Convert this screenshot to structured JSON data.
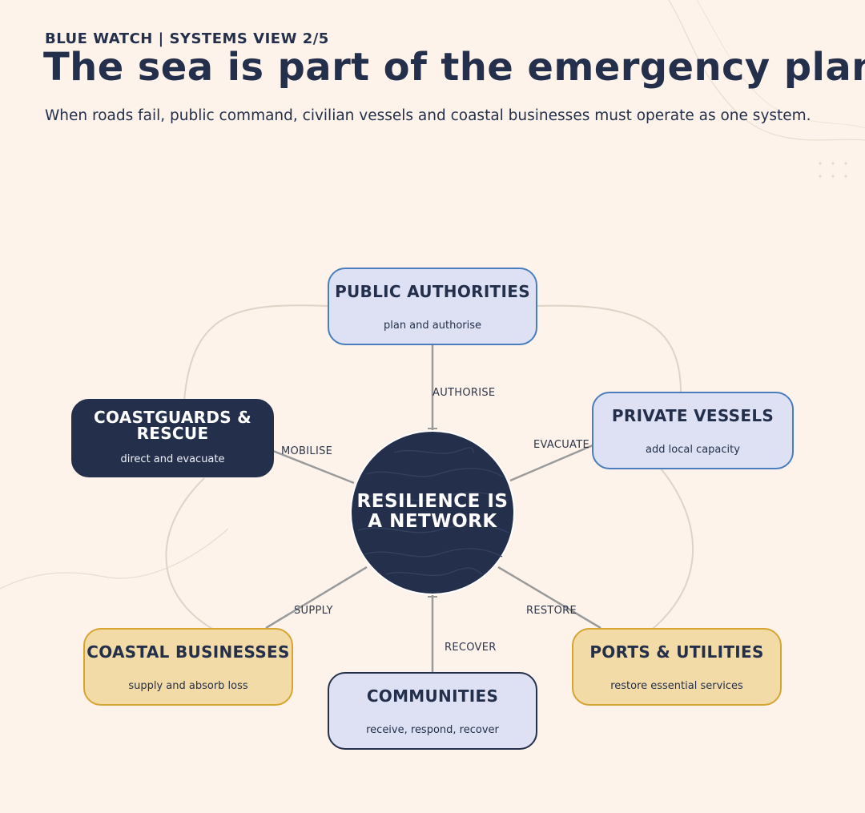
{
  "header": {
    "kicker": "BLUE WATCH | SYSTEMS VIEW 2/5",
    "title": "The sea is part of the emergency plan",
    "subtitle": "When roads fail, public command, civilian vessels and coastal businesses must operate as one system."
  },
  "hub": {
    "line1": "RESILIENCE IS",
    "line2": "A NETWORK"
  },
  "nodes": {
    "public_authorities": {
      "title": "PUBLIC AUTHORITIES",
      "desc": "plan and authorise"
    },
    "coastguards": {
      "title_line1": "COASTGUARDS &",
      "title_line2": "RESCUE",
      "desc": "direct and evacuate"
    },
    "private_vessels": {
      "title": "PRIVATE VESSELS",
      "desc": "add local capacity"
    },
    "coastal_businesses": {
      "title": "COASTAL BUSINESSES",
      "desc": "supply and absorb loss"
    },
    "communities": {
      "title": "COMMUNITIES",
      "desc": "receive, respond, recover"
    },
    "ports_utilities": {
      "title": "PORTS & UTILITIES",
      "desc": "restore essential services"
    }
  },
  "edges": {
    "authorise": "AUTHORISE",
    "mobilise": "MOBILISE",
    "evacuate": "EVACUATE",
    "supply": "SUPPLY",
    "recover": "RECOVER",
    "restore": "RESTORE"
  },
  "colors": {
    "background": "#fdf3ea",
    "navy": "#24304b",
    "blue_fill": "#dde1f3",
    "blue_border": "#4a7dbc",
    "gold_fill": "#f2dba6",
    "gold_border": "#d6a431"
  }
}
